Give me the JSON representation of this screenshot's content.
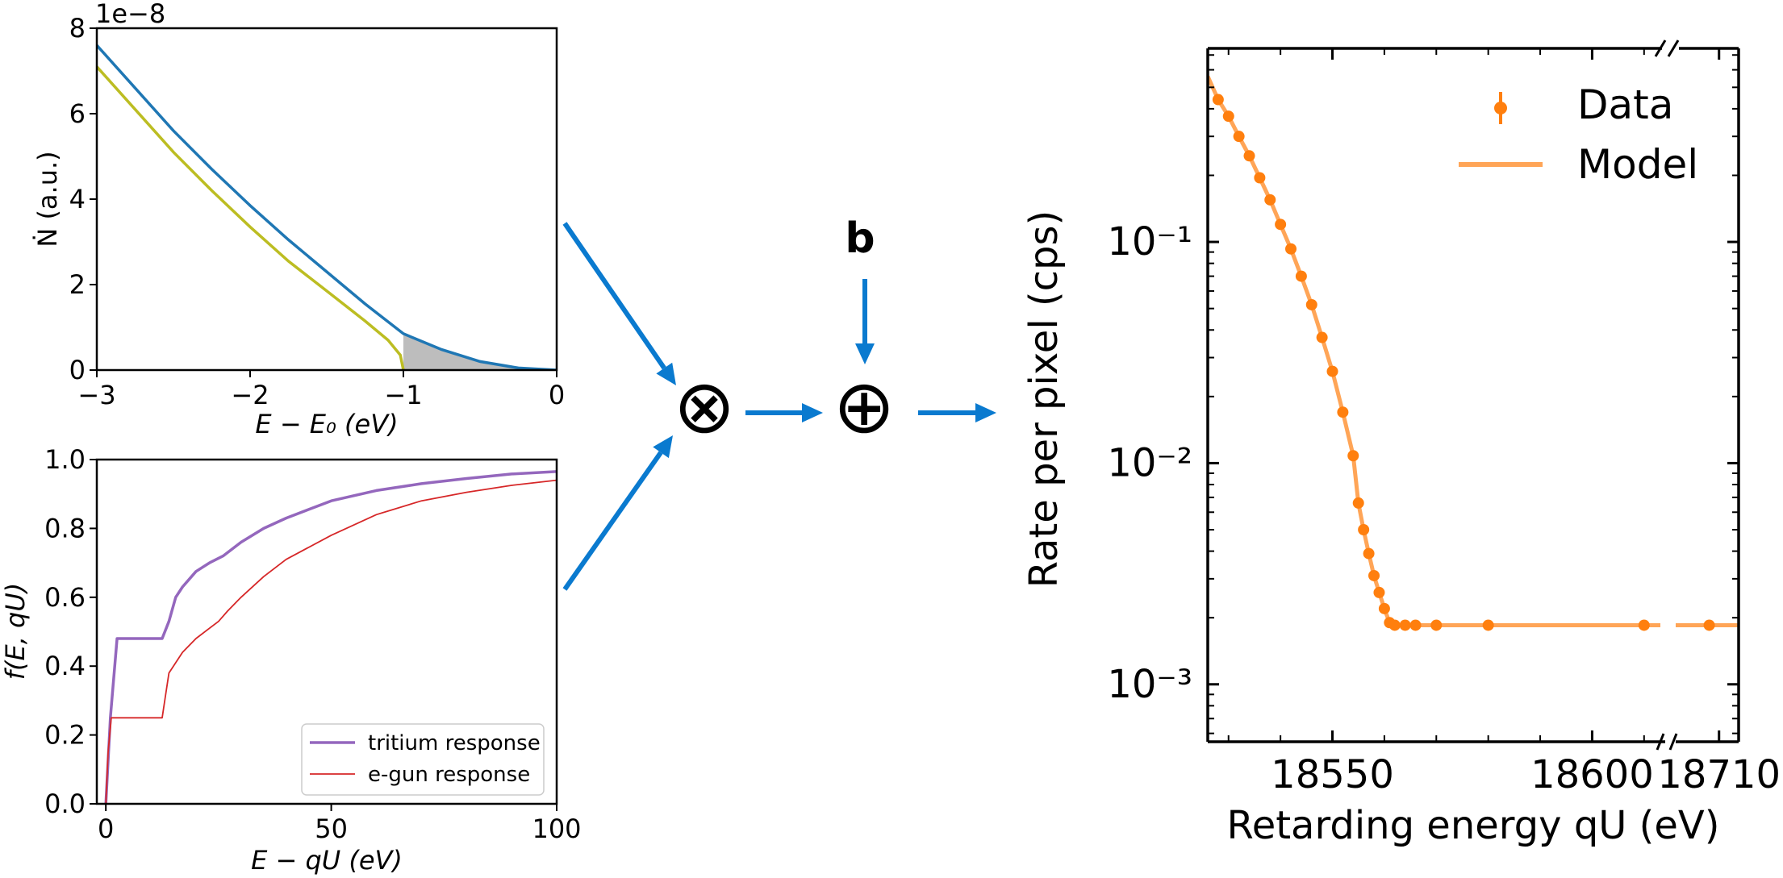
{
  "colors": {
    "blue": "#1f77b4",
    "olive": "#bcbd22",
    "purple": "#9467bd",
    "red": "#d62728",
    "orange": "#ff7f0e",
    "orange_light": "#ffa557",
    "arrow": "#0a7acf",
    "shade": "#bdbdbd"
  },
  "chart_data": [
    {
      "id": "spectrum",
      "type": "line",
      "title": "",
      "xlabel": "E − E₀ (eV)",
      "ylabel": "Ṅ  (a.u.)",
      "offset_text": "1e−8",
      "xlim": [
        -3,
        0
      ],
      "ylim": [
        0,
        8
      ],
      "xticks": [
        -3,
        -2,
        -1,
        0
      ],
      "xtick_labels": [
        "−3",
        "−2",
        "−1",
        "0"
      ],
      "yticks": [
        0,
        2,
        4,
        6,
        8
      ],
      "ytick_labels": [
        "0",
        "2",
        "4",
        "6",
        "8"
      ],
      "shaded_region": [
        -1,
        0
      ],
      "series": [
        {
          "color": "blue",
          "x": [
            -3,
            -2.75,
            -2.5,
            -2.25,
            -2,
            -1.75,
            -1.5,
            -1.25,
            -1,
            -0.75,
            -0.5,
            -0.25,
            0
          ],
          "y": [
            7.6,
            6.6,
            5.6,
            4.7,
            3.85,
            3.05,
            2.3,
            1.55,
            0.85,
            0.48,
            0.2,
            0.05,
            0
          ]
        },
        {
          "color": "olive",
          "x": [
            -3,
            -2.75,
            -2.5,
            -2.25,
            -2,
            -1.75,
            -1.5,
            -1.25,
            -1.1,
            -1.02,
            -1
          ],
          "y": [
            7.1,
            6.1,
            5.1,
            4.2,
            3.35,
            2.55,
            1.85,
            1.15,
            0.7,
            0.35,
            0
          ]
        }
      ]
    },
    {
      "id": "response",
      "type": "line",
      "title": "",
      "xlabel": "E − qU (eV)",
      "ylabel": "f(E, qU)",
      "xlim": [
        -2,
        100
      ],
      "ylim": [
        0,
        1
      ],
      "xticks": [
        0,
        50,
        100
      ],
      "xtick_labels": [
        "0",
        "50",
        "100"
      ],
      "yticks": [
        0,
        0.2,
        0.4,
        0.6,
        0.8,
        1.0
      ],
      "ytick_labels": [
        "0.0",
        "0.2",
        "0.4",
        "0.6",
        "0.8",
        "1.0"
      ],
      "legend_placement": "lower-right",
      "series": [
        {
          "name": "tritium response",
          "color": "purple",
          "x": [
            0,
            1,
            2.5,
            5,
            10,
            12.5,
            14,
            15.5,
            17,
            20,
            23,
            26,
            30,
            35,
            40,
            50,
            60,
            70,
            80,
            90,
            100
          ],
          "y": [
            0,
            0.25,
            0.48,
            0.48,
            0.48,
            0.48,
            0.53,
            0.6,
            0.63,
            0.675,
            0.7,
            0.72,
            0.76,
            0.8,
            0.83,
            0.88,
            0.91,
            0.93,
            0.945,
            0.958,
            0.965
          ]
        },
        {
          "name": "e-gun response",
          "color": "red",
          "x": [
            0,
            0.5,
            1.2,
            3,
            8,
            12.5,
            13.3,
            14,
            17,
            20,
            25,
            27,
            30,
            35,
            40,
            50,
            60,
            70,
            80,
            90,
            100
          ],
          "y": [
            0,
            0.15,
            0.25,
            0.25,
            0.25,
            0.25,
            0.32,
            0.38,
            0.44,
            0.48,
            0.53,
            0.56,
            0.6,
            0.66,
            0.71,
            0.78,
            0.84,
            0.88,
            0.905,
            0.925,
            0.94
          ]
        }
      ]
    },
    {
      "id": "rate",
      "type": "scatter",
      "title": "",
      "xlabel": "Retarding energy qU  (eV)",
      "ylabel": "Rate per pixel (cps)",
      "yscale": "log",
      "ylim": [
        0.00055,
        0.75
      ],
      "xlim_left": [
        18526,
        18615
      ],
      "xlim_right": [
        18705,
        18712
      ],
      "broken_x_axis": true,
      "xticks": [
        18550,
        18600,
        18710
      ],
      "xtick_labels": [
        "18550",
        "18600",
        "18710"
      ],
      "ytick_labels": [
        "10⁻¹",
        "10⁻²",
        "10⁻³"
      ],
      "legend_placement": "top-right",
      "series": [
        {
          "name": "Data",
          "color": "orange",
          "x": [
            18528,
            18530,
            18532,
            18534,
            18536,
            18538,
            18540,
            18542,
            18544,
            18546,
            18548,
            18550,
            18552,
            18554,
            18555,
            18556,
            18557,
            18558,
            18559,
            18560,
            18561,
            18562,
            18564,
            18566,
            18570,
            18580,
            18610,
            18709
          ],
          "y": [
            0.44,
            0.37,
            0.3,
            0.245,
            0.195,
            0.155,
            0.12,
            0.093,
            0.07,
            0.052,
            0.037,
            0.026,
            0.017,
            0.0108,
            0.0066,
            0.005,
            0.0039,
            0.0031,
            0.0026,
            0.0022,
            0.0019,
            0.00185,
            0.00185,
            0.00185,
            0.00185,
            0.00185,
            0.00185,
            0.00185
          ]
        },
        {
          "name": "Model",
          "color": "orange_light",
          "x": [
            18526,
            18528,
            18530,
            18532,
            18534,
            18536,
            18538,
            18540,
            18542,
            18544,
            18546,
            18548,
            18550,
            18552,
            18554,
            18555,
            18556,
            18557,
            18558,
            18559,
            18560,
            18561,
            18562,
            18564,
            18600,
            18614,
            18705,
            18712
          ],
          "y": [
            0.56,
            0.44,
            0.37,
            0.3,
            0.245,
            0.195,
            0.155,
            0.12,
            0.093,
            0.07,
            0.052,
            0.037,
            0.026,
            0.017,
            0.0108,
            0.0066,
            0.005,
            0.0039,
            0.0031,
            0.0026,
            0.0022,
            0.0019,
            0.00185,
            0.00185,
            0.00185,
            0.00185,
            0.00185,
            0.00185
          ]
        }
      ]
    }
  ],
  "operators": {
    "multiply": "⊗",
    "add": "⊕",
    "b_label": "b"
  }
}
